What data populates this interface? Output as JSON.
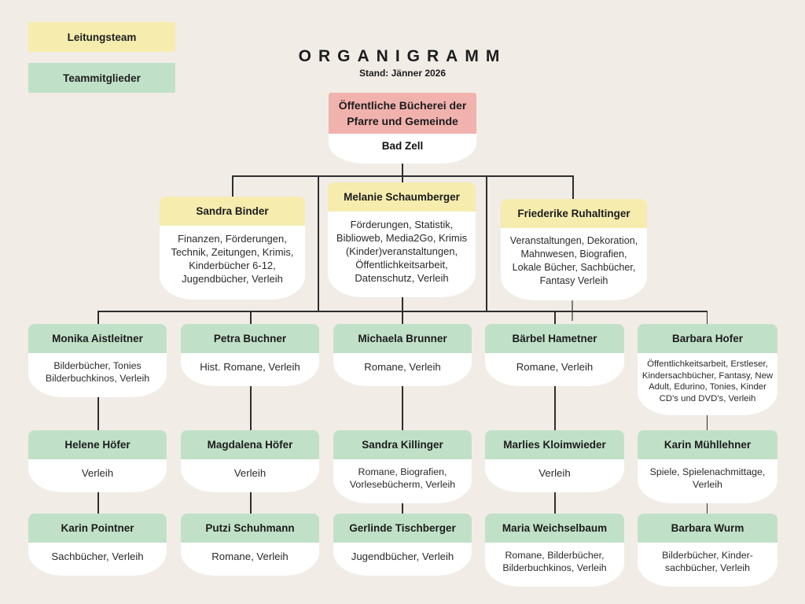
{
  "legend": {
    "leitungsteam": "Leitungsteam",
    "teammitglieder": "Teammitglieder"
  },
  "header": {
    "title": "ORGANIGRAMM",
    "subtitle": "Stand: Jänner 2026"
  },
  "root": {
    "name": "Öffentliche Bücherei der Pfarre und Gemeinde",
    "location": "Bad Zell"
  },
  "leitungsteam": [
    {
      "name": "Sandra Binder",
      "roles": "Finanzen, Förderungen, Technik, Zeitungen, Krimis, Kinderbücher 6-12, Jugendbücher, Verleih"
    },
    {
      "name": "Melanie Schaumberger",
      "roles": "Förderungen, Statistik, Biblioweb, Media2Go, Krimis (Kinder)veranstaltungen, Öffentlichkeitsarbeit, Datenschutz, Verleih"
    },
    {
      "name": "Friederike Ruhaltinger",
      "roles": "Veranstaltungen, Dekoration, Mahnwesen, Biografien, Lokale Bücher, Sachbücher, Fantasy Verleih"
    }
  ],
  "team": {
    "row1": [
      {
        "name": "Monika Aistleitner",
        "roles": "Bilderbücher, Tonies Bilderbuchkinos, Verleih"
      },
      {
        "name": "Petra Buchner",
        "roles": "Hist. Romane, Verleih"
      },
      {
        "name": "Michaela Brunner",
        "roles": "Romane, Verleih"
      },
      {
        "name": "Bärbel Hametner",
        "roles": "Romane, Verleih"
      },
      {
        "name": "Barbara Hofer",
        "roles": "Öffentlichkeitsarbeit, Erstleser, Kindersachbücher, Fantasy, New Adult, Edurino, Tonies, Kinder CD's und DVD's, Verleih"
      }
    ],
    "row2": [
      {
        "name": "Helene Höfer",
        "roles": "Verleih"
      },
      {
        "name": "Magdalena Höfer",
        "roles": "Verleih"
      },
      {
        "name": "Sandra Killinger",
        "roles": "Romane, Biografien, Vorlesebücherm, Verleih"
      },
      {
        "name": "Marlies Kloimwieder",
        "roles": "Verleih"
      },
      {
        "name": "Karin Mühllehner",
        "roles": "Spiele, Spielenachmittage, Verleih"
      }
    ],
    "row3": [
      {
        "name": "Karin Pointner",
        "roles": "Sachbücher, Verleih"
      },
      {
        "name": "Putzi Schuhmann",
        "roles": "Romane, Verleih"
      },
      {
        "name": "Gerlinde Tischberger",
        "roles": "Jugendbücher, Verleih"
      },
      {
        "name": "Maria Weichselbaum",
        "roles": "Romane, Bilderbücher, Bilderbuchkinos, Verleih"
      },
      {
        "name": "Barbara Wurm",
        "roles": "Bilderbücher, Kinder-sachbücher,  Verleih"
      }
    ]
  },
  "colors": {
    "background": "#f1ece6",
    "leitungsteam_yellow": "#f5ecae",
    "teammitglieder_green": "#c0e1c8",
    "root_pink": "#f1b2ae",
    "line": "#2e2e2e",
    "text": "#1c1c1c"
  }
}
